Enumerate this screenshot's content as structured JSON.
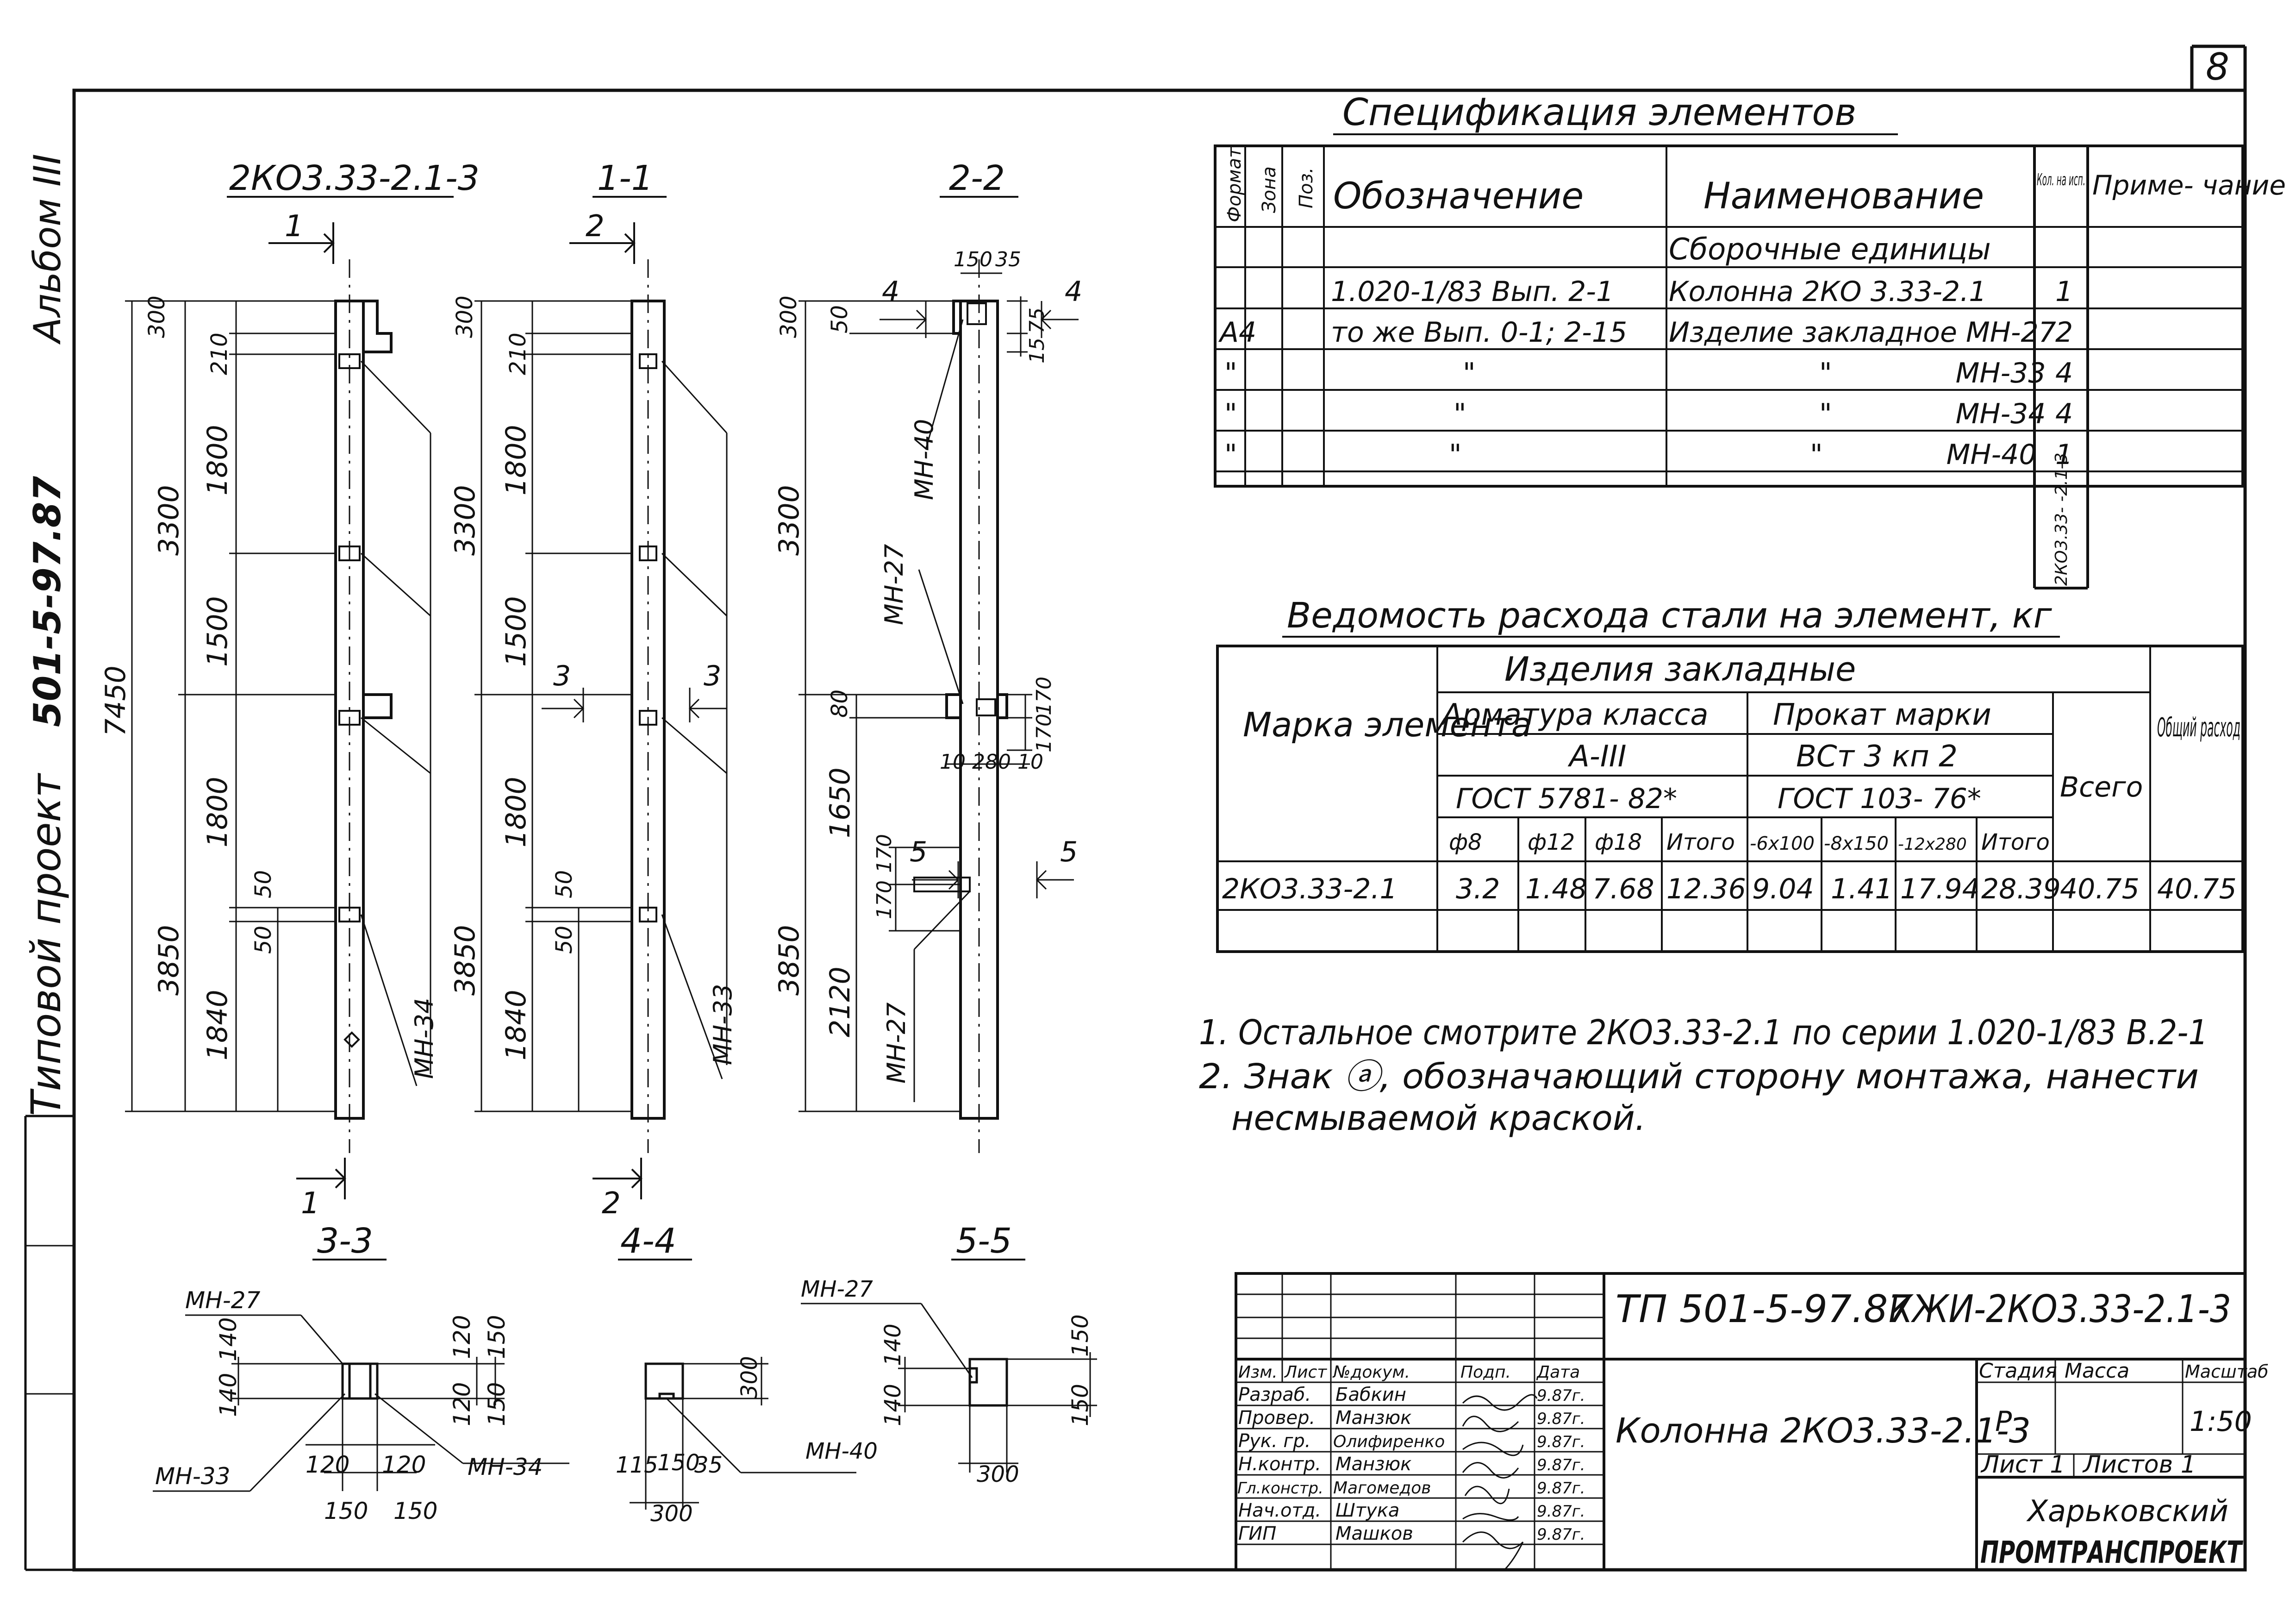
{
  "corner_sheet_label": "8",
  "side_labels": {
    "album": "Альбом III",
    "project_number": "501-5-97.87",
    "project_kind": "Типовой проект"
  },
  "views": {
    "main_title": "2КО3.33-2.1-3",
    "section_1_1": "1-1",
    "section_2_2": "2-2",
    "section_3_3": "3-3",
    "section_4_4": "4-4",
    "section_5_5": "5-5",
    "cut_marks": [
      "1",
      "2",
      "3",
      "4",
      "5"
    ]
  },
  "dimensions": {
    "view_a": {
      "overall": "7450",
      "upper": "3300",
      "lower": "3850",
      "d300": "300",
      "d210": "210",
      "d1800a": "1800",
      "d1500": "1500",
      "d1800b": "1800",
      "d1840": "1840",
      "d50a": "50",
      "d50b": "50"
    },
    "view_b": {
      "upper": "3300",
      "lower": "3850",
      "d300": "300",
      "d210": "210",
      "d1800a": "1800",
      "d1500": "1500",
      "d1800b": "1800",
      "d1840": "1840",
      "d50a": "50",
      "d50b": "50"
    },
    "view_c": {
      "upper": "3300",
      "lower": "3850",
      "d300": "300",
      "d50": "50",
      "d80": "80",
      "d1650": "1650",
      "d2120": "2120",
      "d170a": "170",
      "d170b": "170",
      "d170c": "170",
      "d170d": "170",
      "d150": "150",
      "d35": "35",
      "d75": "75",
      "d15": "15",
      "bottom_dims": "10 280 10"
    },
    "sec33": {
      "d140a": "140",
      "d140b": "140",
      "d120a": "120",
      "d120b": "120",
      "d150a": "150",
      "d150b": "150",
      "h120a": "120",
      "h120b": "120",
      "w150a": "150",
      "w150b": "150"
    },
    "sec44": {
      "d300": "300",
      "d115": "115",
      "d150": "150",
      "d35": "35",
      "w300": "300"
    },
    "sec55": {
      "d140a": "140",
      "d140b": "140",
      "d150a": "150",
      "d150b": "150",
      "w300": "300"
    }
  },
  "embed_labels": {
    "mh34": "МН-34",
    "mh33": "МН-33",
    "mh40": "МН-40",
    "mh27": "МН-27"
  },
  "spec": {
    "title": "Спецификация элементов",
    "headers": {
      "format": "Формат",
      "zone": "Зона",
      "pos": "Поз.",
      "designation": "Обозначение",
      "name": "Наименование",
      "qty": "Кол. на исп.",
      "note": "Приме- чание"
    },
    "section": "Сборочные единицы",
    "rows": [
      {
        "format": "",
        "designation": "1.020-1/83 Вып. 2-1",
        "name": "Колонна 2КО 3.33-2.1",
        "qty": "1"
      },
      {
        "format": "А4",
        "designation": "то же Вып. 0-1; 2-15",
        "name": "Изделие закладное МН-27",
        "qty": "2"
      },
      {
        "format": "\"",
        "designation": "\"",
        "name": "\"              МН-33",
        "qty": "4"
      },
      {
        "format": "\"",
        "designation": "\"",
        "name": "\"              МН-34",
        "qty": "4"
      },
      {
        "format": "\"",
        "designation": "\"",
        "name": "\"              МН-40",
        "qty": "1"
      }
    ],
    "execution_mark": "2КО3.33- -2.1-3"
  },
  "steel": {
    "title": "Ведомость расхода стали на элемент, кг",
    "headers": {
      "mark": "Марка элемента",
      "embedded": "Изделия закладные",
      "rebar": "Арматура класса",
      "rebar_class": "А-III",
      "rebar_gost": "ГОСТ 5781- 82*",
      "rolled": "Прокат марки",
      "rolled_grade": "ВСт 3 кп 2",
      "rolled_gost": "ГОСТ 103- 76*",
      "total": "Всего",
      "grand": "Общий расход",
      "cols": [
        "ф8",
        "ф12",
        "ф18",
        "Итого",
        "-6х100",
        "-8х150",
        "-12х280",
        "Итого"
      ]
    },
    "rows": [
      {
        "mark": "2КО3.33-2.1",
        "values": [
          "3.2",
          "1.48",
          "7.68",
          "12.36",
          "9.04",
          "1.41",
          "17.94",
          "28.39",
          "40.75",
          "40.75"
        ]
      }
    ]
  },
  "notes": [
    "1. Остальное смотрите 2КО3.33-2.1 по серии 1.020-1/83 В.2-1",
    "2. Знак ⓐ, обозначающий сторону монтажа, нанести",
    "несмываемой краской."
  ],
  "title_block": {
    "project": "ТП 501-5-97.87",
    "doc_code": "КЖИ-2КО3.33-2.1-3",
    "element_name": "Колонна 2КО3.33-2.1-3",
    "header_labels": [
      "Изм.",
      "Лист",
      "№докум.",
      "Подп.",
      "Дата"
    ],
    "staff": [
      {
        "role": "Разраб.",
        "name": "Бабкин",
        "date": "9.87г."
      },
      {
        "role": "Провер.",
        "name": "Манзюк",
        "date": "9.87г."
      },
      {
        "role": "Рук. гр.",
        "name": "Олифиренко",
        "date": "9.87г."
      },
      {
        "role": "Н.контр.",
        "name": "Манзюк",
        "date": "9.87г."
      },
      {
        "role": "Гл.констр.",
        "name": "Магомедов",
        "date": "9.87г."
      },
      {
        "role": "Нач.отд.",
        "name": "Штука",
        "date": "9.87г."
      },
      {
        "role": "ГИП",
        "name": "Машков",
        "date": "9.87г."
      }
    ],
    "stage_label": "Стадия",
    "mass_label": "Масса",
    "scale_label": "Масштаб",
    "stage": "Р",
    "scale": "1:50",
    "sheet": "Лист 1",
    "sheets": "Листов 1",
    "org_line1": "Харьковский",
    "org_line2": "ПРОМТРАНСПРОЕКТ"
  }
}
